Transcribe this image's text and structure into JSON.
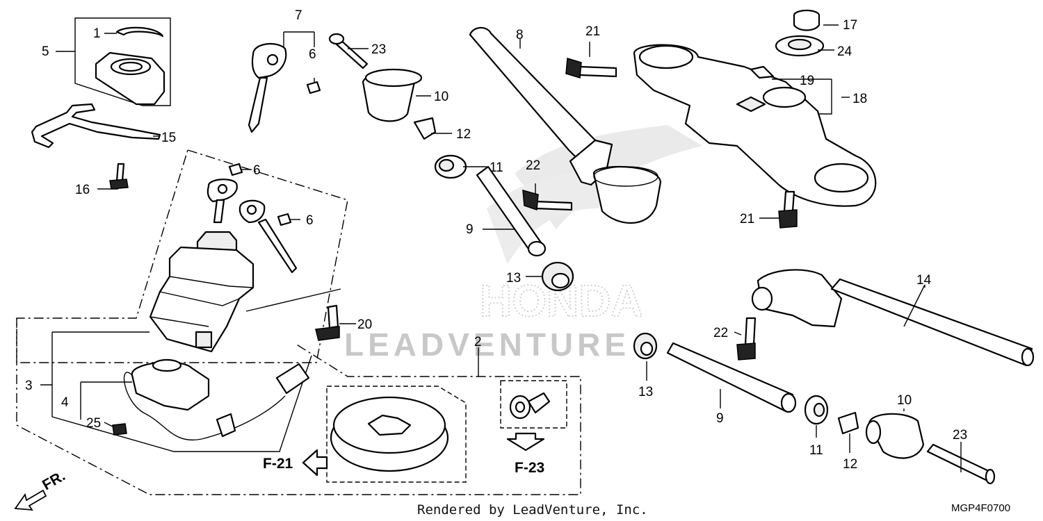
{
  "watermark": {
    "logo_word": "HONDA",
    "brand": "LEADVENTURE"
  },
  "callouts": {
    "c1": "1",
    "c2": "2",
    "c3": "3",
    "c4": "4",
    "c5": "5",
    "c6a": "6",
    "c6b": "6",
    "c6c": "6",
    "c7": "7",
    "c8": "8",
    "c9a": "9",
    "c9b": "9",
    "c10a": "10",
    "c10b": "10",
    "c11a": "11",
    "c11b": "11",
    "c12a": "12",
    "c12b": "12",
    "c13a": "13",
    "c13b": "13",
    "c14": "14",
    "c15": "15",
    "c16": "16",
    "c17": "17",
    "c18": "18",
    "c19": "19",
    "c20": "20",
    "c21a": "21",
    "c21b": "21",
    "c22a": "22",
    "c22b": "22",
    "c23a": "23",
    "c23b": "23",
    "c24": "24",
    "c25": "25"
  },
  "references": {
    "f21": "F-21",
    "f23": "F-23"
  },
  "direction_label": "FR.",
  "footer": {
    "credit": "Rendered by LeadVenture, Inc.",
    "diagram_code": "MGP4F0700"
  }
}
